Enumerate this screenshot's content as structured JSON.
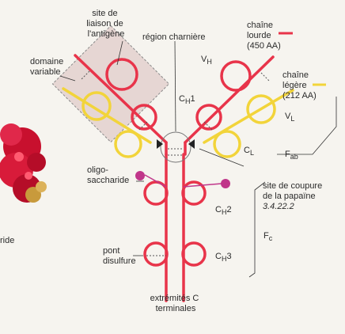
{
  "labels": {
    "site_liaison": [
      "site de",
      "liaison de",
      "l'antigène"
    ],
    "domaine_variable": [
      "domaine",
      "variable"
    ],
    "region_charniere": "région charnière",
    "chaine_lourde": [
      "chaîne",
      "lourde",
      "(450 AA)"
    ],
    "chaine_legere": [
      "chaîne",
      "légère",
      "(212 AA)"
    ],
    "vh": {
      "main": "V",
      "sub": "H"
    },
    "vl": {
      "main": "V",
      "sub": "L"
    },
    "ch1": {
      "main": "C",
      "sub": "H",
      "tail": "1"
    },
    "cl": {
      "main": "C",
      "sub": "L"
    },
    "fab": {
      "main": "F",
      "sub": "ab"
    },
    "site_coupure": [
      "site de coupure",
      "de la papaïne",
      "3.4.22.2"
    ],
    "oligosaccharide": [
      "oligo-",
      "saccharide"
    ],
    "ch2": {
      "main": "C",
      "sub": "H",
      "tail": "2"
    },
    "fc": {
      "main": "F",
      "sub": "c"
    },
    "pont_disulfure": [
      "pont",
      "disulfure"
    ],
    "ch3": {
      "main": "C",
      "sub": "H",
      "tail": "3"
    },
    "extremites": [
      "extrémités C",
      "terminales"
    ],
    "left_partial": "ride"
  },
  "colors": {
    "heavy_chain": "#e8344a",
    "light_chain": "#f2d43a",
    "sugar": "#c0368a",
    "variable_box": "#e6d6d3"
  }
}
